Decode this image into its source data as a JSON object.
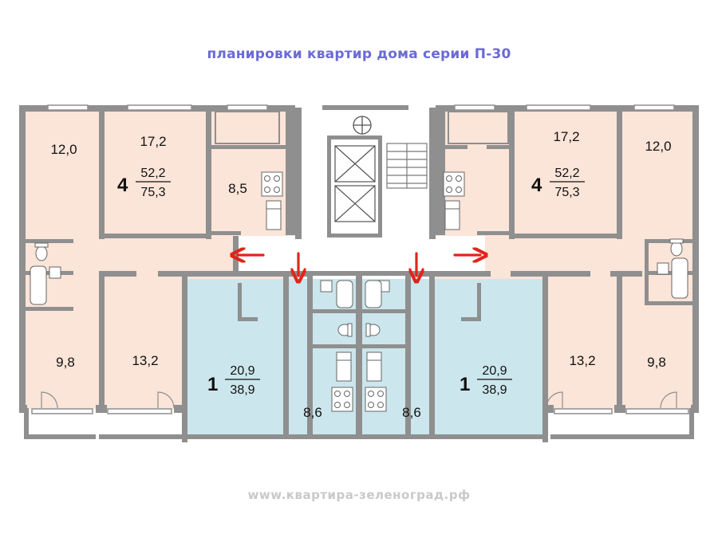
{
  "title": "планировки квартир дома серии П-30",
  "watermark": "www.квартира-зеленоград.рф",
  "colors": {
    "apartment_4": "#fbe4d8",
    "apartment_1": "#cbe6ec",
    "wall": "#8f8f8f",
    "arrow": "#e0251b",
    "title": "#6a6ad6"
  },
  "apartment_4_left": {
    "rooms": "4",
    "living_area": "52,2",
    "total_area": "75,3",
    "room_a": "12,0",
    "room_b": "17,2",
    "kitchen": "8,5",
    "room_c": "9,8",
    "room_d": "13,2"
  },
  "apartment_4_right": {
    "rooms": "4",
    "living_area": "52,2",
    "total_area": "75,3",
    "room_a": "12,0",
    "room_b": "17,2",
    "room_c": "9,8",
    "room_d": "13,2"
  },
  "apartment_1_left": {
    "rooms": "1",
    "living_area": "20,9",
    "total_area": "38,9",
    "kitchen": "8,6"
  },
  "apartment_1_right": {
    "rooms": "1",
    "living_area": "20,9",
    "total_area": "38,9",
    "kitchen": "8,6"
  },
  "icons": [
    "elevator-icon",
    "stairs-icon",
    "stove-icon",
    "sink-icon",
    "toilet-icon",
    "bathtub-icon",
    "entrance-arrow-icon",
    "garbage-chute-icon"
  ]
}
